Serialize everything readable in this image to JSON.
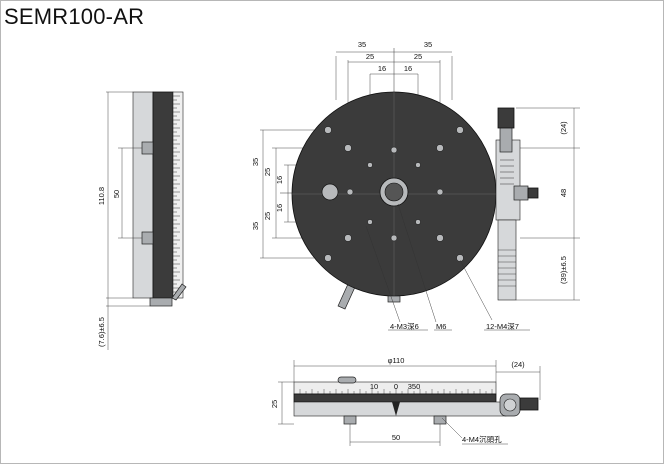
{
  "title": "SEMR100-AR",
  "colors": {
    "stage_body": "#3b3b3b",
    "metal": "#a9acaf",
    "line": "#222222",
    "background": "#ffffff"
  },
  "side_view": {
    "dim_height": "110.8",
    "dim_holes": "50",
    "dim_offset": "(7.6)±6.5"
  },
  "top_view": {
    "dim_35_left": "35",
    "dim_35_right": "35",
    "dim_25_left": "25",
    "dim_25_right": "25",
    "dim_16_left": "16",
    "dim_16_right": "16",
    "dim_v_35_top": "35",
    "dim_v_25_top": "25",
    "dim_v_16_top": "16",
    "dim_v_16_bottom": "16",
    "dim_v_25_bottom": "25",
    "dim_v_35_bottom": "35",
    "dim_24": "(24)",
    "dim_48": "48",
    "dim_39": "(39)±6.5",
    "callout_m3": "4-M3深6",
    "callout_m6": "M6",
    "callout_m4": "12-M4深7"
  },
  "front_view": {
    "dim_diameter": "φ110",
    "dim_24": "(24)",
    "dim_height": "25",
    "dim_50": "50",
    "scale_10": "10",
    "scale_0": "0",
    "scale_350": "350",
    "callout_m4": "4-M4沉頭孔"
  }
}
